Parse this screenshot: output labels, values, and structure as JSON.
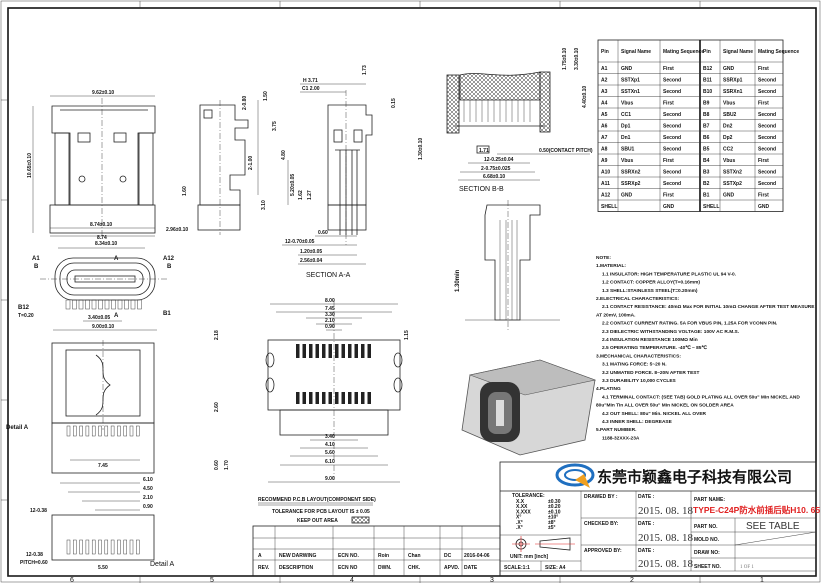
{
  "pin_table": {
    "headers": [
      "Pin",
      "Signal Name",
      "Mating Sequence",
      "Pin",
      "Signal Name",
      "Mating Sequence"
    ],
    "rows": [
      [
        "A1",
        "GND",
        "First",
        "B12",
        "GND",
        "First"
      ],
      [
        "A2",
        "SSTXp1",
        "Second",
        "B11",
        "SSRXp1",
        "Second"
      ],
      [
        "A3",
        "SSTXn1",
        "Second",
        "B10",
        "SSRXn1",
        "Second"
      ],
      [
        "A4",
        "Vbus",
        "First",
        "B9",
        "Vbus",
        "First"
      ],
      [
        "A5",
        "CC1",
        "Second",
        "B8",
        "SBU2",
        "Second"
      ],
      [
        "A6",
        "Dp1",
        "Second",
        "B7",
        "Dn2",
        "Second"
      ],
      [
        "A7",
        "Dn1",
        "Second",
        "B6",
        "Dp2",
        "Second"
      ],
      [
        "A8",
        "SBU1",
        "Second",
        "B5",
        "CC2",
        "Second"
      ],
      [
        "A9",
        "Vbus",
        "First",
        "B4",
        "Vbus",
        "First"
      ],
      [
        "A10",
        "SSRXn2",
        "Second",
        "B3",
        "SSTXn2",
        "Second"
      ],
      [
        "A11",
        "SSRXp2",
        "Second",
        "B2",
        "SSTXp2",
        "Second"
      ],
      [
        "A12",
        "GND",
        "First",
        "B1",
        "GND",
        "First"
      ],
      [
        "SHELL",
        "",
        "GND",
        "SHELL",
        "",
        "GND"
      ]
    ]
  },
  "notes": [
    "NOTE:",
    "1.MATERIAL:",
    "  1.1 INSULATOR: HIGH TEMPERATURE PLASTIC UL 94 V-0.",
    "  1.2 CONTACT: COPPER ALLOY(T=0.16mm)",
    "  1.3 SHELL:STAINLESS STEEL(T=0.20mm)",
    "2.ELECTRICAL CHARACTERISTICS:",
    "  2.1 CONTACT RESISTANCE: 40mΩ Max FOR INITIAL 10mΩ CHANGE AFTER TEST MEASURE",
    "AT 20mV, 100mA.",
    "  2.2 CONTACT CURRENT RATING. 5A FOR VBUS PIN, 1.25A FOR VCONN PIN.",
    "  2.3 DIELECTRIC WITHSTANDING VOLTAGE: 100V AC R.M.S.",
    "  2.4 INSULATION RESISTANCE 100MΩ Min",
    "  2.5 OPERATING TEMPERATURE. -40℃ ~ 85℃",
    "3.MECHANICAL CHARACTERISTICS:",
    "  3.1 MATING FORCE: 5~20 N.",
    "  3.2 UNMATED FORCE. 8~20N AFTER TEST",
    "  3.3 DURABILITY 10,000 CYCLES",
    "4.PLATING",
    "  4.1 TERMINAL CONTACT: (SEE TAB) GOLD PLATING ALL OVER 50u\" Min NICKEL AND",
    "80u\"Min Tin ALL OVER 50u\" Min NICKEL ON SOLDER AREA",
    "  4.2 OUT SHELL: 80u\" Min. NICKEL ALL OVER",
    "  4.3 INNER SHELL: DEGREASE",
    "5.PART NUMBER.",
    "  1188-32XXX-23A"
  ],
  "front_view": {
    "dims": [
      "9.62±0.10",
      "10.65±0.10",
      "8.74±0.10",
      "8.74",
      "2.96±0.10",
      "1.60"
    ]
  },
  "side_view": {
    "dims": [
      "2-0.80",
      "1.50",
      "3.75",
      "4.80",
      "2-1.00",
      "3.10"
    ]
  },
  "section_aa": {
    "title": "SECTION A-A",
    "dims": [
      "H 3.71",
      "C1 2.00",
      "0.15",
      "1.73",
      "5.20±0.05",
      "1.62",
      "1.27",
      "0.60",
      "12-0.70±0.05",
      "1.20±0.05",
      "2.56±0.04"
    ]
  },
  "section_bb": {
    "title": "SECTION B-B",
    "dims": [
      "1.75±0.10",
      "3.30±0.10",
      "4.40±0.10",
      "1.30±0.10",
      "1.71",
      "0.50(CONTACT PITCH)",
      "12-0.25±0.04",
      "2-0.75±0.025",
      "6.68±0.10"
    ]
  },
  "mating_face": {
    "labels": [
      "8.34±0.10",
      "A1",
      "A12",
      "B",
      "B",
      "A",
      "A",
      "B12",
      "B1",
      "T=0.20",
      "3.40±0.05",
      "9.00±0.10"
    ]
  },
  "side_right": {
    "dims": [
      "1.30min"
    ]
  },
  "pcb_layout": {
    "dims": [
      "8.00",
      "7.45",
      "3.30",
      "2.10",
      "0.90",
      "2.18",
      "1.15",
      "2.60",
      "1.70",
      "0.60",
      "4.10",
      "5.60",
      "3.40",
      "6.10",
      "9.00"
    ],
    "title": "RECOMMEND P.C.B LAYOUT(COMPONENT SIDE)",
    "tolerance": "TOLERANCE FOR PCB LAYOUT IS ± 0.05",
    "keep_out": "KEEP OUT AREA"
  },
  "detail": {
    "labels": [
      "Detail A",
      "7.45",
      "6.10",
      "4.50",
      "2.10",
      "0.90",
      "12-0.38",
      "12-0.38",
      "PITCH=0.60",
      "5.50",
      "Detail A"
    ]
  },
  "revision_table": {
    "row": [
      "A",
      "NEW DARWING",
      "ECN NO.",
      "Roin",
      "Chan",
      "DC",
      "2016-04-06"
    ],
    "headers": [
      "REV.",
      "DESCRIPTION",
      "ECN NO",
      "DWN.",
      "CHK.",
      "APVD.",
      "DATE"
    ]
  },
  "title_block": {
    "company": "东莞市颖鑫电子科技有限公司",
    "tolerance_label": "TOLERANCE:",
    "tolerances": [
      [
        "X.X",
        "±0.30"
      ],
      [
        "X.XX",
        "±0.20"
      ],
      [
        "X.XXX",
        "±0.10"
      ],
      [
        "X°",
        "±10°"
      ],
      [
        ".X°",
        "±8°"
      ],
      [
        ".X°",
        "±5°"
      ]
    ],
    "unit": "UNIT:  mm  [inch]",
    "scale": "SCALE:1:1",
    "size": "SIZE:  A4",
    "drawed_by": "DRAWED BY :",
    "checked_by": "CHECKED BY:",
    "approved_by": "APPROVED BY:",
    "date_label": "DATE :",
    "dates": [
      "2015. 08. 18",
      "2015. 08. 18",
      "2015. 08. 18"
    ],
    "part_name_label": "PART NAME:",
    "part_name": "TYPE-C24P防水前插后贴H10. 65",
    "part_no_label": "PART NO.",
    "part_no": "SEE TABLE",
    "mold_no_label": "MOLD NO.",
    "draw_no_label": "DRAW NO:",
    "sheet_no_label": "SHEET NO.",
    "sheet_no": "1 OF 1"
  },
  "zones": [
    "6",
    "5",
    "4",
    "3",
    "2",
    "1"
  ],
  "colors": {
    "part_name": "#e02020",
    "logo_blue": "#1f6fc0",
    "logo_orange": "#f0a020"
  }
}
